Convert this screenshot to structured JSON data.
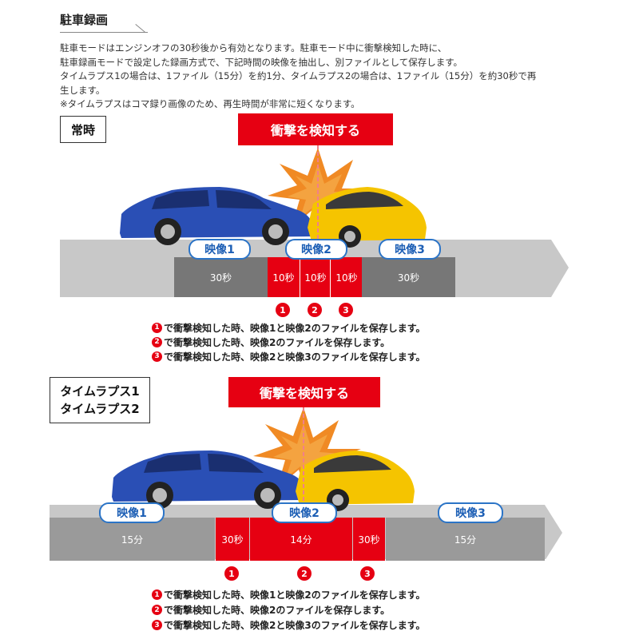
{
  "header": {
    "title": "駐車録画"
  },
  "description": [
    "駐車モードはエンジンオフの30秒後から有効となります。駐車モード中に衝撃検知した時に、",
    "駐車録画モードで設定した録画方式で、下記時間の映像を抽出し、別ファイルとして保存します。",
    "タイムラプス1の場合は、1ファイル（15分）を約1分、タイムラプス2の場合は、1ファイル（15分）を約30秒で再",
    "生します。",
    "※タイムラプスはコマ録り画像のため、再生時間が非常に短くなります。"
  ],
  "colors": {
    "accent_red": "#e60012",
    "pill_blue": "#2b74c7",
    "car_blue": "#2a4fb5",
    "car_yellow": "#f5c400"
  },
  "normal": {
    "mode_label": "常時",
    "impact_label": "衝撃を検知する",
    "segments": [
      "30秒",
      "10秒",
      "10秒",
      "10秒",
      "30秒"
    ],
    "pills": [
      "映像1",
      "映像2",
      "映像3"
    ],
    "markers": [
      "1",
      "2",
      "3"
    ],
    "notes": [
      {
        "num": "1",
        "text": "で衝撃検知した時、映像1と映像2のファイルを保存します。"
      },
      {
        "num": "2",
        "text": "で衝撃検知した時、映像2のファイルを保存します。"
      },
      {
        "num": "3",
        "text": "で衝撃検知した時、映像2と映像3のファイルを保存します。"
      }
    ]
  },
  "timelapse": {
    "mode_label_1": "タイムラプス1",
    "mode_label_2": "タイムラプス2",
    "impact_label": "衝撃を検知する",
    "segments": [
      "15分",
      "30秒",
      "14分",
      "30秒",
      "15分"
    ],
    "pills": [
      "映像1",
      "映像2",
      "映像3"
    ],
    "markers": [
      "1",
      "2",
      "3"
    ],
    "notes": [
      {
        "num": "1",
        "text": "で衝撃検知した時、映像1と映像2のファイルを保存します。"
      },
      {
        "num": "2",
        "text": "で衝撃検知した時、映像2のファイルを保存します。"
      },
      {
        "num": "3",
        "text": "で衝撃検知した時、映像2と映像3のファイルを保存します。"
      }
    ]
  }
}
